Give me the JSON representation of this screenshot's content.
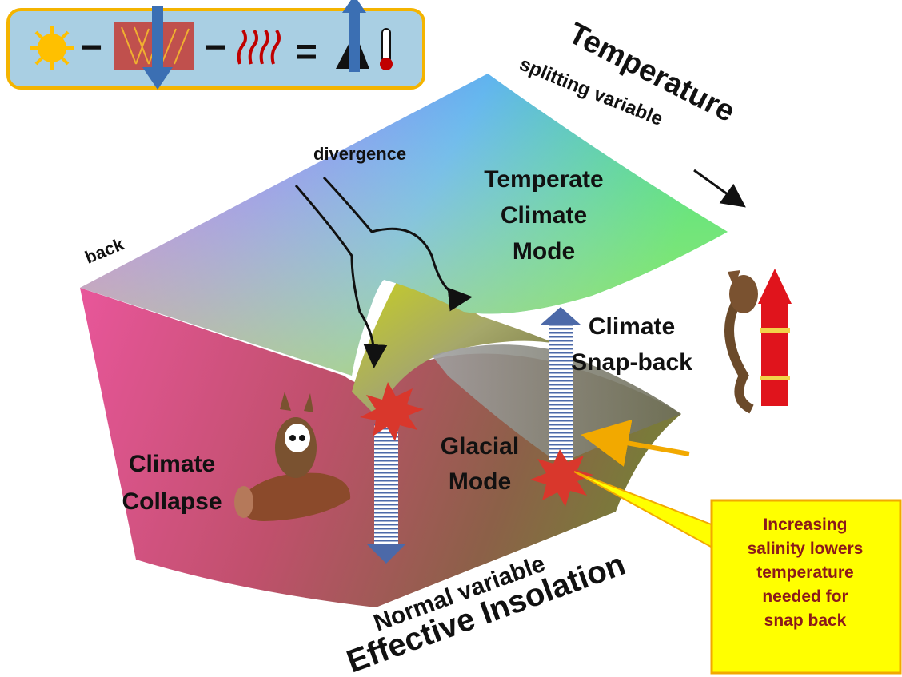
{
  "equation": {
    "minus1": "−",
    "minus2": "−",
    "equals": "="
  },
  "labels": {
    "temperature": "Temperature",
    "splitting_variable": "splitting variable",
    "divergence": "divergence",
    "back": "back",
    "temperate_mode": [
      "Temperate",
      "Climate",
      "Mode"
    ],
    "climate_snapback": [
      "Climate",
      "Snap-back"
    ],
    "glacial_mode": [
      "Glacial",
      "Mode"
    ],
    "climate_collapse": [
      "Climate",
      "Collapse"
    ],
    "normal_variable": "Normal variable",
    "effective_insolation": "Effective Insolation"
  },
  "callout": {
    "lines": [
      "Increasing",
      "salinity lowers",
      "temperature",
      "needed for",
      "snap back"
    ]
  },
  "colors": {
    "callout_fill": "#ffff00",
    "callout_border": "#f2a900",
    "equation_box": "#a9cfe3",
    "equation_border": "#f4b400",
    "arrow_blue": "#3b6fb3",
    "burst_red": "#d9372c"
  }
}
